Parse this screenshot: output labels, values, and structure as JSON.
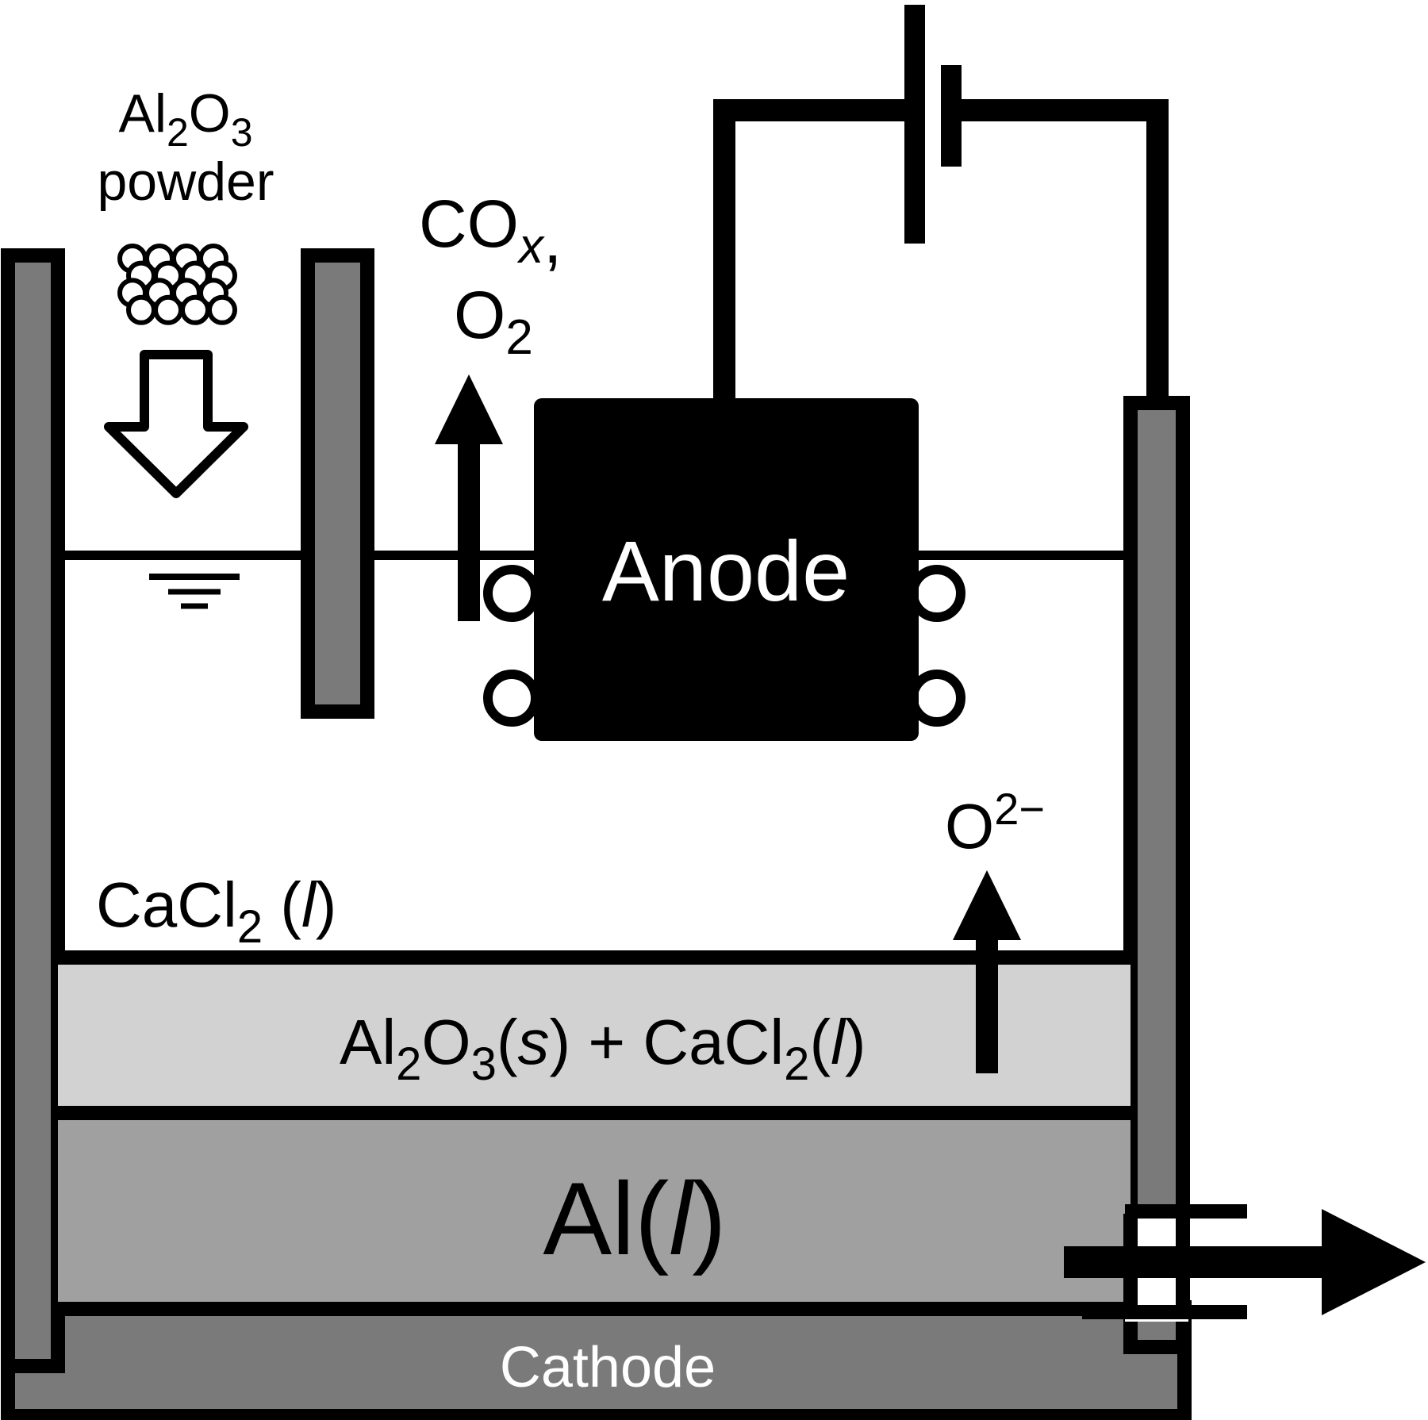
{
  "labels": {
    "alumina_feed": {
      "main": "Al",
      "sub1": "2",
      "mid": "O",
      "sub2": "3"
    },
    "powder": "powder",
    "gas_line1": {
      "main": "CO",
      "sub": "x",
      "trail": ","
    },
    "gas_line2": {
      "main": "O",
      "sub": "2"
    },
    "anode": "Anode",
    "oxide_ion": {
      "main": "O",
      "sup": "2−"
    },
    "electrolyte": {
      "main": "CaCl",
      "sub": "2",
      "open": " (",
      "italic": "l",
      "close": ")"
    },
    "slurry": {
      "p1": "Al",
      "s1": "2",
      "p2": "O",
      "s2": "3",
      "p3": "(",
      "i1": "s",
      "p4": ") + CaCl",
      "s3": "2",
      "p5": "(",
      "i2": "l",
      "p6": ")"
    },
    "metal": {
      "main": "Al(",
      "italic": "l",
      "close": ")"
    },
    "cathode": "Cathode"
  },
  "colors": {
    "wall": "#7a7a7a",
    "slurry": "#d2d2d2",
    "metal": "#a0a0a0",
    "anode": "#000000",
    "outline": "#000000"
  }
}
